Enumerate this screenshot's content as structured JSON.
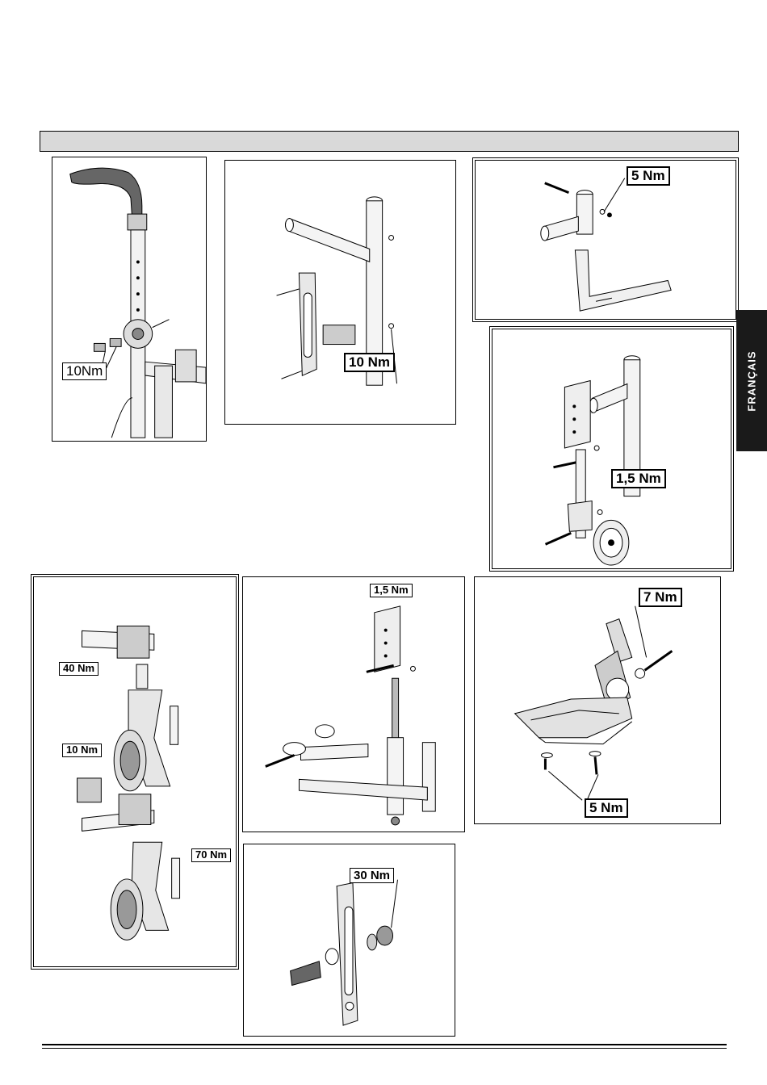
{
  "language_tab": "FRANÇAIS",
  "torque_labels": {
    "push_handle": "10Nm",
    "armrest_frame": "10 Nm",
    "cross_tube": "5 Nm",
    "anti_tipper": "1,5 Nm",
    "castor_fork_top": "40 Nm",
    "castor_clamp": "10 Nm",
    "castor_axle": "70 Nm",
    "suspension": "1,5 Nm",
    "footplate_bolt": "7 Nm",
    "footplate_screws": "5 Nm",
    "side_plate": "30 Nm"
  }
}
